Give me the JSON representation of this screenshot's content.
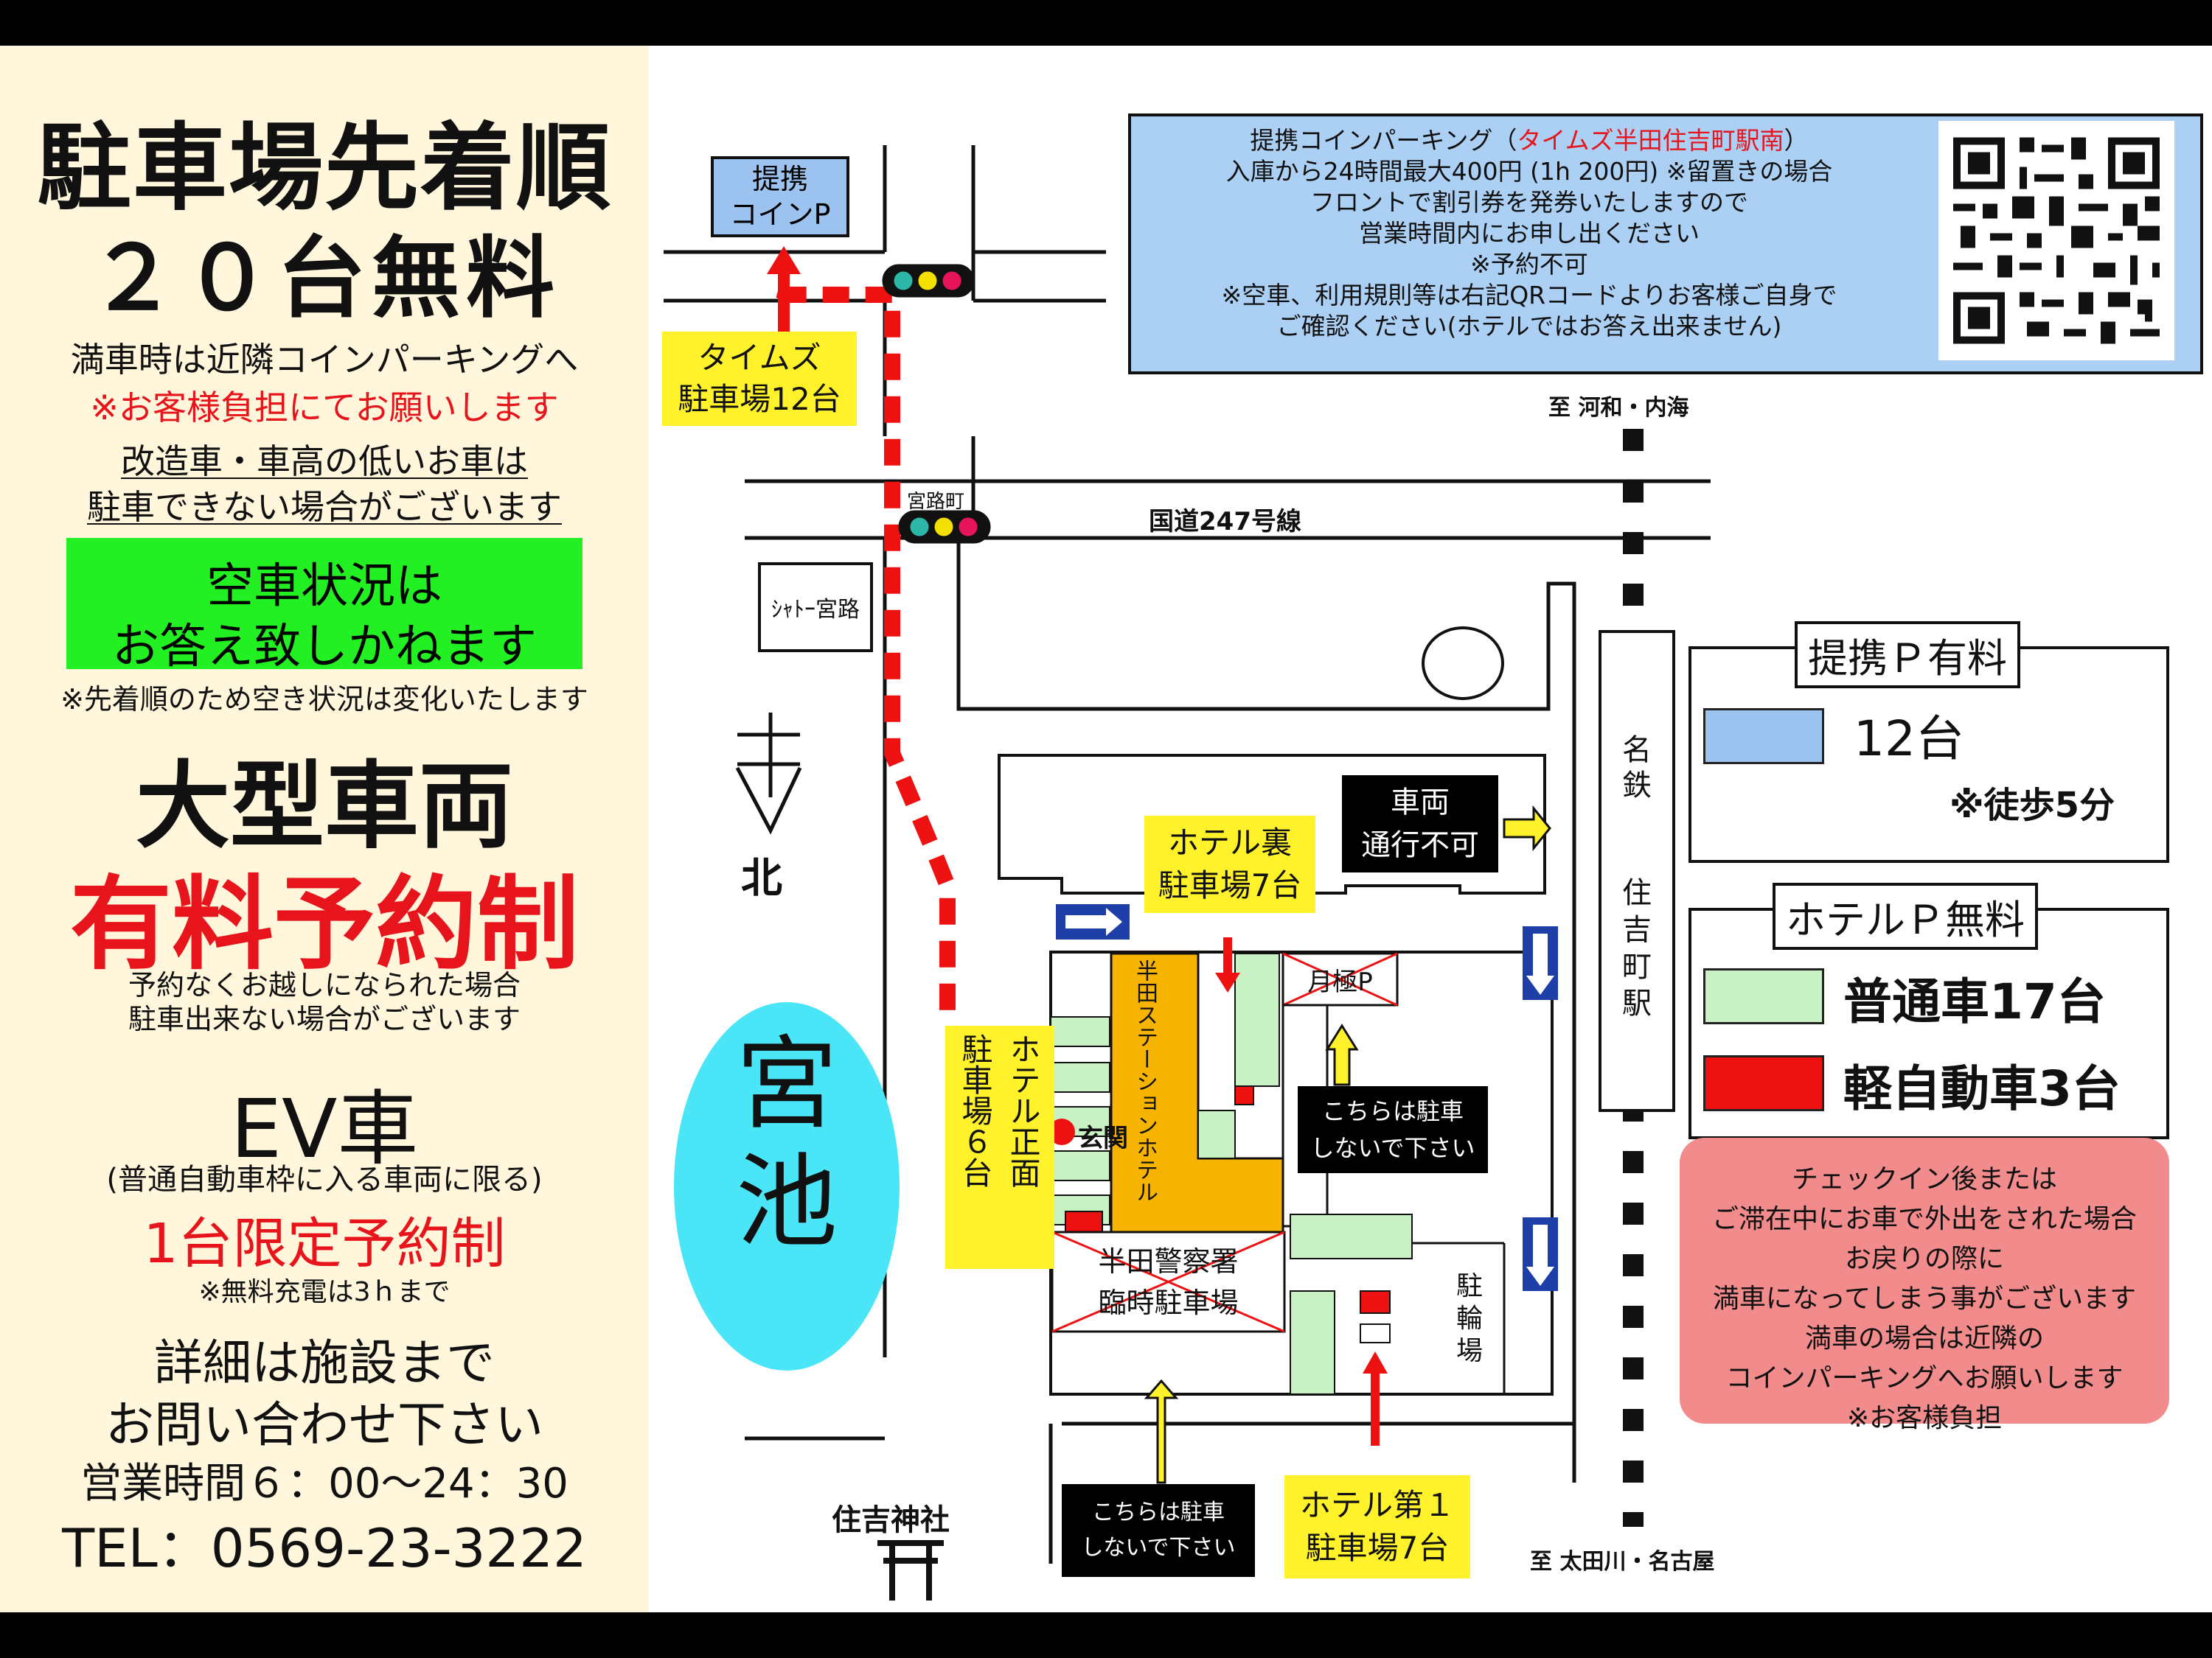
{
  "panel": {
    "title_line1": "駐車場先着順",
    "title_line2": "２０台無料",
    "full_note": "満車時は近隣コインパーキングへ",
    "charge_note": "※お客様負担にてお願いします",
    "modified_line1": "改造車・車高の低いお車は",
    "modified_line2": "駐車できない場合がございます",
    "availability_line1": "空車状況は",
    "availability_line2": "お答え致しかねます",
    "availability_note": "※先着順のため空き状況は変化いたします",
    "large_title": "大型車両",
    "large_paid": "有料予約制",
    "large_note1": "予約なくお越しになられた場合",
    "large_note2": "駐車出来ない場合がございます",
    "ev_title": "EV車",
    "ev_sub": "(普通自動車枠に入る車両に限る)",
    "ev_limit": "1台限定予約制",
    "ev_note": "※無料充電は3ｈまで",
    "details1": "詳細は施設まで",
    "details2": "お問い合わせ下さい",
    "hours": "営業時間６：00〜24：30",
    "tel": "TEL：0569-23-3222"
  },
  "map": {
    "info": {
      "line1_a": "提携コインパーキング（",
      "line1_red": "タイムズ半田住吉町駅南",
      "line1_b": "）",
      "line2": "入庫から24時間最大400円 (1h 200円) ※留置きの場合",
      "line3": "フロントで割引券を発券いたしますので",
      "line4": "営業時間内にお申し出ください",
      "line5": "※予約不可",
      "line6": "※空車、利用規則等は右記QRコードよりお客様ご自身で",
      "line7": "ご確認ください(ホテルではお答え出来ません)"
    },
    "partner_p": "提携\nコインP",
    "times_label": "タイムズ\n駐車場12台",
    "to_north": "至 河和・内海",
    "to_south": "至 太田川・名古屋",
    "miyajicho": "宮路町",
    "route247": "国道247号線",
    "chateau": "ｼｬﾄｰ宮路",
    "north": "北",
    "pond": "宮\n池",
    "meitetsu": "名\n鉄",
    "station": "住\n吉\n町\n駅",
    "no_through": "車両\n通行不可",
    "hotel_back": "ホテル裏\n駐車場7台",
    "hotel_front": "ホテル正面\n駐車場６台",
    "hotel_name": "半田ステーションホテル",
    "entrance": "玄関",
    "monthly": "月極P",
    "no_park1": "こちらは駐車\nしないで下さい",
    "police_lot": "半田警察署\n臨時駐車場",
    "bike": "駐\n輪\n場",
    "no_park2": "こちらは駐車\nしないで下さい",
    "hotel_first": "ホテル第１\n駐車場7台",
    "shrine": "住吉神社",
    "legend1": {
      "title": "提携Ｐ有料",
      "count": "12台",
      "walk": "※徒歩5分"
    },
    "legend2": {
      "title": "ホテルＰ無料",
      "regular": "普通車17台",
      "kei": "軽自動車3台"
    },
    "notice": {
      "l1": "チェックイン後または",
      "l2": "ご滞在中にお車で外出をされた場合",
      "l3": "お戻りの際に",
      "l4": "満車になってしまう事がございます",
      "l5": "満車の場合は近隣の",
      "l6": "コインパーキングへお願いします",
      "l7": "※お客様負担"
    },
    "colors": {
      "partner": "#9cc3f0",
      "regular": "#c9f2c4",
      "kei": "#ee1111",
      "pond": "#4ae6f7",
      "hotel": "#f6b400",
      "notice": "#f28b8b",
      "yellow": "#fff22a",
      "green_box": "#22f022"
    }
  }
}
